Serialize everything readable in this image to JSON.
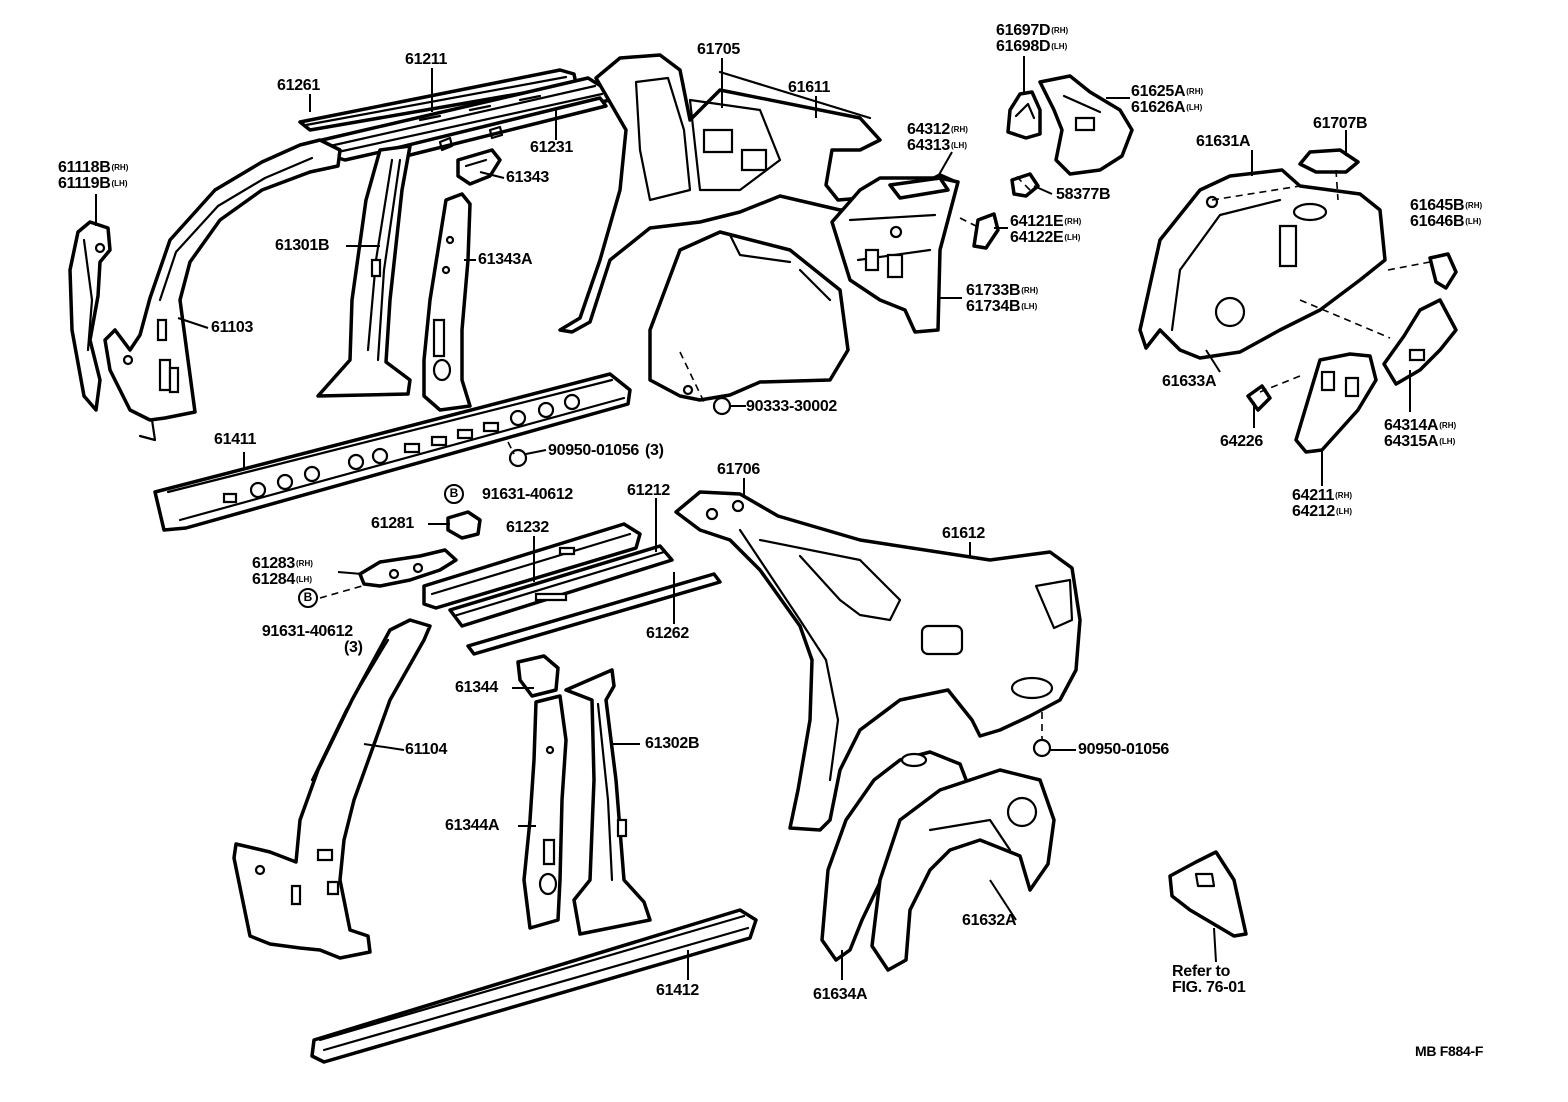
{
  "labels": [
    {
      "id": "p61261",
      "lines": [
        {
          "num": "61261"
        }
      ]
    },
    {
      "id": "p61211",
      "lines": [
        {
          "num": "61211"
        }
      ]
    },
    {
      "id": "p61231",
      "lines": [
        {
          "num": "61231"
        }
      ]
    },
    {
      "id": "p61118",
      "lines": [
        {
          "num": "61118B",
          "sfx": "(RH)"
        },
        {
          "num": "61119B",
          "sfx": "(LH)"
        }
      ]
    },
    {
      "id": "p61343",
      "lines": [
        {
          "num": "61343"
        }
      ]
    },
    {
      "id": "p61301",
      "lines": [
        {
          "num": "61301B"
        }
      ]
    },
    {
      "id": "p61343A",
      "lines": [
        {
          "num": "61343A"
        }
      ]
    },
    {
      "id": "p61103",
      "lines": [
        {
          "num": "61103"
        }
      ]
    },
    {
      "id": "p61705",
      "lines": [
        {
          "num": "61705"
        }
      ]
    },
    {
      "id": "p61611",
      "lines": [
        {
          "num": "61611"
        }
      ]
    },
    {
      "id": "p64312",
      "lines": [
        {
          "num": "64312",
          "sfx": "(RH)"
        },
        {
          "num": "64313",
          "sfx": "(LH)"
        }
      ]
    },
    {
      "id": "p61697",
      "lines": [
        {
          "num": "61697D",
          "sfx": "(RH)"
        },
        {
          "num": "61698D",
          "sfx": "(LH)"
        }
      ]
    },
    {
      "id": "p61625",
      "lines": [
        {
          "num": "61625A",
          "sfx": "(RH)"
        },
        {
          "num": "61626A",
          "sfx": "(LH)"
        }
      ]
    },
    {
      "id": "p58377",
      "lines": [
        {
          "num": "58377B"
        }
      ]
    },
    {
      "id": "p64121",
      "lines": [
        {
          "num": "64121E",
          "sfx": "(RH)"
        },
        {
          "num": "64122E",
          "sfx": "(LH)"
        }
      ]
    },
    {
      "id": "p61733",
      "lines": [
        {
          "num": "61733B",
          "sfx": "(RH)"
        },
        {
          "num": "61734B",
          "sfx": "(LH)"
        }
      ]
    },
    {
      "id": "p90333",
      "lines": [
        {
          "num": "90333-30002"
        }
      ]
    },
    {
      "id": "p61631",
      "lines": [
        {
          "num": "61631A"
        }
      ]
    },
    {
      "id": "p61707",
      "lines": [
        {
          "num": "61707B"
        }
      ]
    },
    {
      "id": "p61645",
      "lines": [
        {
          "num": "61645B",
          "sfx": "(RH)"
        },
        {
          "num": "61646B",
          "sfx": "(LH)"
        }
      ]
    },
    {
      "id": "p61633",
      "lines": [
        {
          "num": "61633A"
        }
      ]
    },
    {
      "id": "p64226",
      "lines": [
        {
          "num": "64226"
        }
      ]
    },
    {
      "id": "p64314",
      "lines": [
        {
          "num": "64314A",
          "sfx": "(RH)"
        },
        {
          "num": "64315A",
          "sfx": "(LH)"
        }
      ]
    },
    {
      "id": "p64211",
      "lines": [
        {
          "num": "64211",
          "sfx": "(RH)"
        },
        {
          "num": "64212",
          "sfx": "(LH)"
        }
      ]
    },
    {
      "id": "p61411",
      "lines": [
        {
          "num": "61411"
        }
      ]
    },
    {
      "id": "p90950a",
      "lines": [
        {
          "num": "90950-01056",
          "qty": "(3)"
        }
      ]
    },
    {
      "id": "p91631a",
      "lines": [
        {
          "num": "91631-40612"
        }
      ]
    },
    {
      "id": "p61281",
      "lines": [
        {
          "num": "61281"
        }
      ]
    },
    {
      "id": "p61212",
      "lines": [
        {
          "num": "61212"
        }
      ]
    },
    {
      "id": "p61232",
      "lines": [
        {
          "num": "61232"
        }
      ]
    },
    {
      "id": "p61283",
      "lines": [
        {
          "num": "61283",
          "sfx": "(RH)"
        },
        {
          "num": "61284",
          "sfx": "(LH)"
        }
      ]
    },
    {
      "id": "p91631b",
      "lines": [
        {
          "num": "91631-40612"
        },
        {
          "num": "(3)"
        }
      ]
    },
    {
      "id": "p61262",
      "lines": [
        {
          "num": "61262"
        }
      ]
    },
    {
      "id": "p61706",
      "lines": [
        {
          "num": "61706"
        }
      ]
    },
    {
      "id": "p61612",
      "lines": [
        {
          "num": "61612"
        }
      ]
    },
    {
      "id": "p61344",
      "lines": [
        {
          "num": "61344"
        }
      ]
    },
    {
      "id": "p61302",
      "lines": [
        {
          "num": "61302B"
        }
      ]
    },
    {
      "id": "p61104",
      "lines": [
        {
          "num": "61104"
        }
      ]
    },
    {
      "id": "p61344A",
      "lines": [
        {
          "num": "61344A"
        }
      ]
    },
    {
      "id": "p90950b",
      "lines": [
        {
          "num": "90950-01056"
        }
      ]
    },
    {
      "id": "p61632",
      "lines": [
        {
          "num": "61632A"
        }
      ]
    },
    {
      "id": "p61634",
      "lines": [
        {
          "num": "61634A"
        }
      ]
    },
    {
      "id": "p61412",
      "lines": [
        {
          "num": "61412"
        }
      ]
    },
    {
      "id": "pref",
      "lines": [
        {
          "num": "Refer to"
        },
        {
          "num": "FIG. 76-01"
        }
      ]
    },
    {
      "id": "pcode",
      "lines": [
        {
          "num": "MB F884-F"
        }
      ]
    }
  ],
  "bolt_marks": [
    "B",
    "B"
  ]
}
